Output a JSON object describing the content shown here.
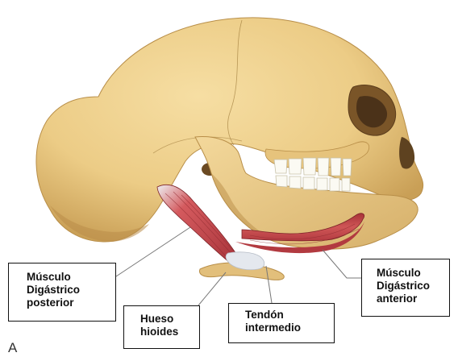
{
  "labels": {
    "digastrico_posterior": [
      "Músculo",
      "Digástrico",
      "posterior"
    ],
    "hueso_hioides": [
      "Hueso",
      "hioides"
    ],
    "tendon_intermedio": [
      "Tendón",
      "intermedio"
    ],
    "digastrico_anterior": [
      "Músculo",
      "Digástrico",
      "anterior"
    ]
  },
  "panel_letter": "A",
  "colors": {
    "bone": "#eecf8b",
    "bone_shadow": "#c9a35c",
    "muscle": "#c24848",
    "muscle_dark": "#8e2a2f",
    "tendon": "#e4e8ee",
    "teeth": "#fbfaf3",
    "leader_line": "#777777"
  }
}
